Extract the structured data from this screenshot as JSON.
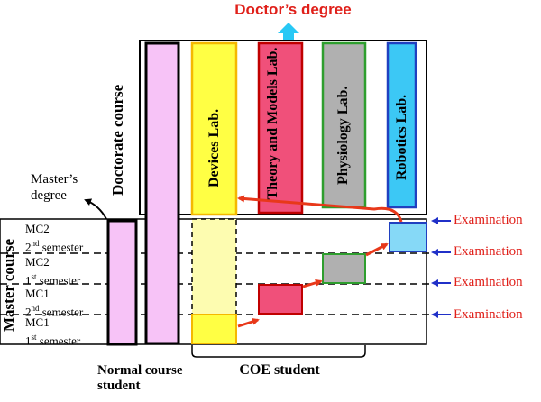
{
  "title": "Doctor’s degree",
  "doctorate_label": "Doctorate course",
  "master_course_label": "Master course",
  "masters_degree_label": "Master’s degree",
  "labs": [
    {
      "name": "Devices Lab.",
      "color": "#ffff44",
      "border": "#f5b800"
    },
    {
      "name": "Theory and Models Lab.",
      "color": "#f0507a",
      "border": "#c00000"
    },
    {
      "name": "Physiology Lab.",
      "color": "#b0b0b0",
      "border": "#2e9e2e"
    },
    {
      "name": "Robotics Lab.",
      "color": "#3cc8f5",
      "border": "#2040c0"
    }
  ],
  "semesters": [
    {
      "course": "MC2",
      "sem": "2nd semester"
    },
    {
      "course": "MC2",
      "sem": "1st semester"
    },
    {
      "course": "MC1",
      "sem": "2nd semester"
    },
    {
      "course": "MC1",
      "sem": "1st semester"
    }
  ],
  "examination_label": "Examination",
  "normal_course_label": "Normal course student",
  "coe_label": "COE student",
  "colors": {
    "accent": "#e0201a",
    "normal_bar": "#f7c3f7",
    "arrow_up": "#28c8f5",
    "exam_arrow": "#2030c8"
  }
}
